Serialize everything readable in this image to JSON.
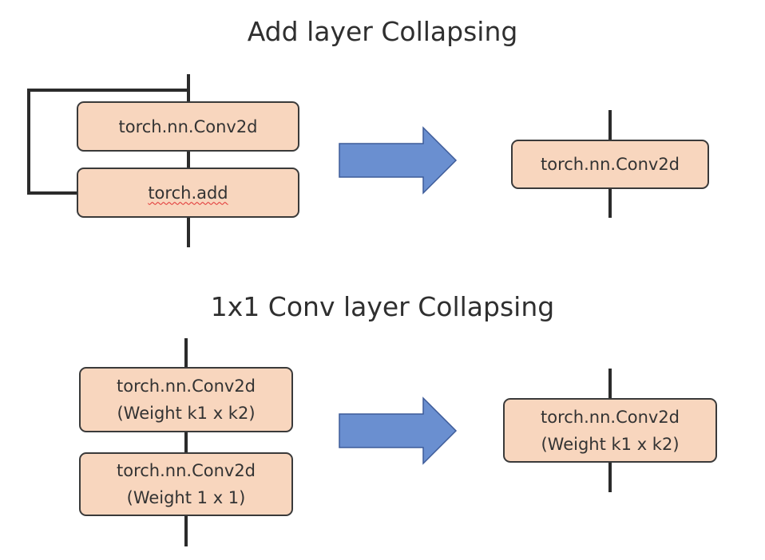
{
  "sections": [
    {
      "title": "Add layer Collapsing",
      "before": {
        "conv_label": "torch.nn.Conv2d",
        "add_label": "torch.add"
      },
      "after": {
        "conv_label": "torch.nn.Conv2d"
      }
    },
    {
      "title": "1x1 Conv layer Collapsing",
      "before": {
        "conv1_label": "torch.nn.Conv2d",
        "conv1_weight": "(Weight k1 x k2)",
        "conv2_label": "torch.nn.Conv2d",
        "conv2_weight": "(Weight 1 x 1)"
      },
      "after": {
        "conv_label": "torch.nn.Conv2d",
        "conv_weight": "(Weight k1 x k2)"
      }
    }
  ],
  "colors": {
    "node_fill": "#f8d6be",
    "arrow_fill": "#6a8fd0",
    "line": "#2b2b2b"
  }
}
